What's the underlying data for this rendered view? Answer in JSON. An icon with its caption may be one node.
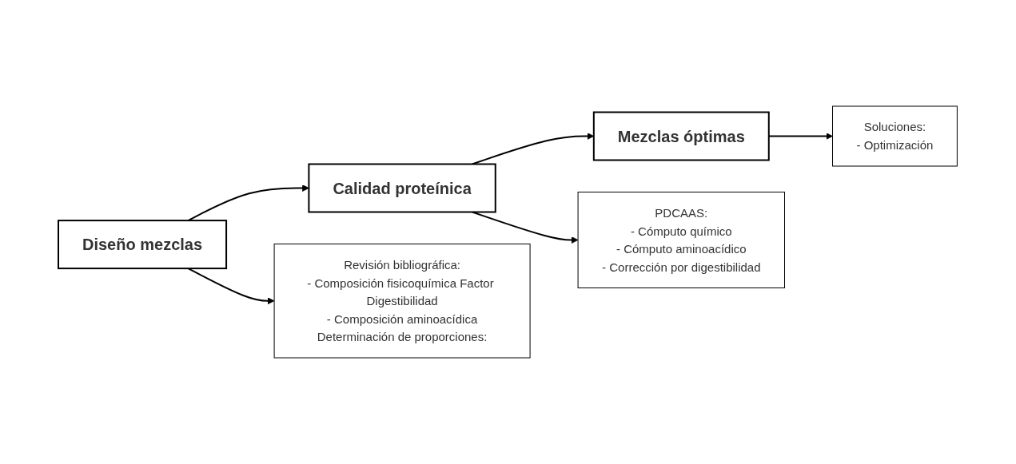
{
  "diagram": {
    "nodes": [
      {
        "text": [
          "Diseño mezclas"
        ]
      },
      {
        "text": [
          "Calidad proteínica"
        ]
      },
      {
        "text": [
          "Mezclas óptimas"
        ]
      },
      {
        "text": [
          "Revisión bibliográfica:",
          "- Composición fisicoquímica Factor Digestibilidad",
          "- Composición aminoacídica",
          "Determinación de proporciones:"
        ]
      },
      {
        "text": [
          "PDCAAS:",
          "- Cómputo químico",
          "- Cómputo aminoacídico",
          "- Corrección por digestibilidad"
        ]
      },
      {
        "text": [
          "Soluciones:",
          "- Optimización"
        ]
      }
    ],
    "edges": [
      {
        "from": 0,
        "to": 1,
        "arrow": "to"
      },
      {
        "from": 1,
        "to": 2,
        "arrow": "to"
      },
      {
        "from": 0,
        "to": 3,
        "arrow": "to"
      },
      {
        "from": 1,
        "to": 4,
        "arrow": "to"
      },
      {
        "from": 2,
        "to": 5,
        "arrow": "to"
      }
    ]
  }
}
